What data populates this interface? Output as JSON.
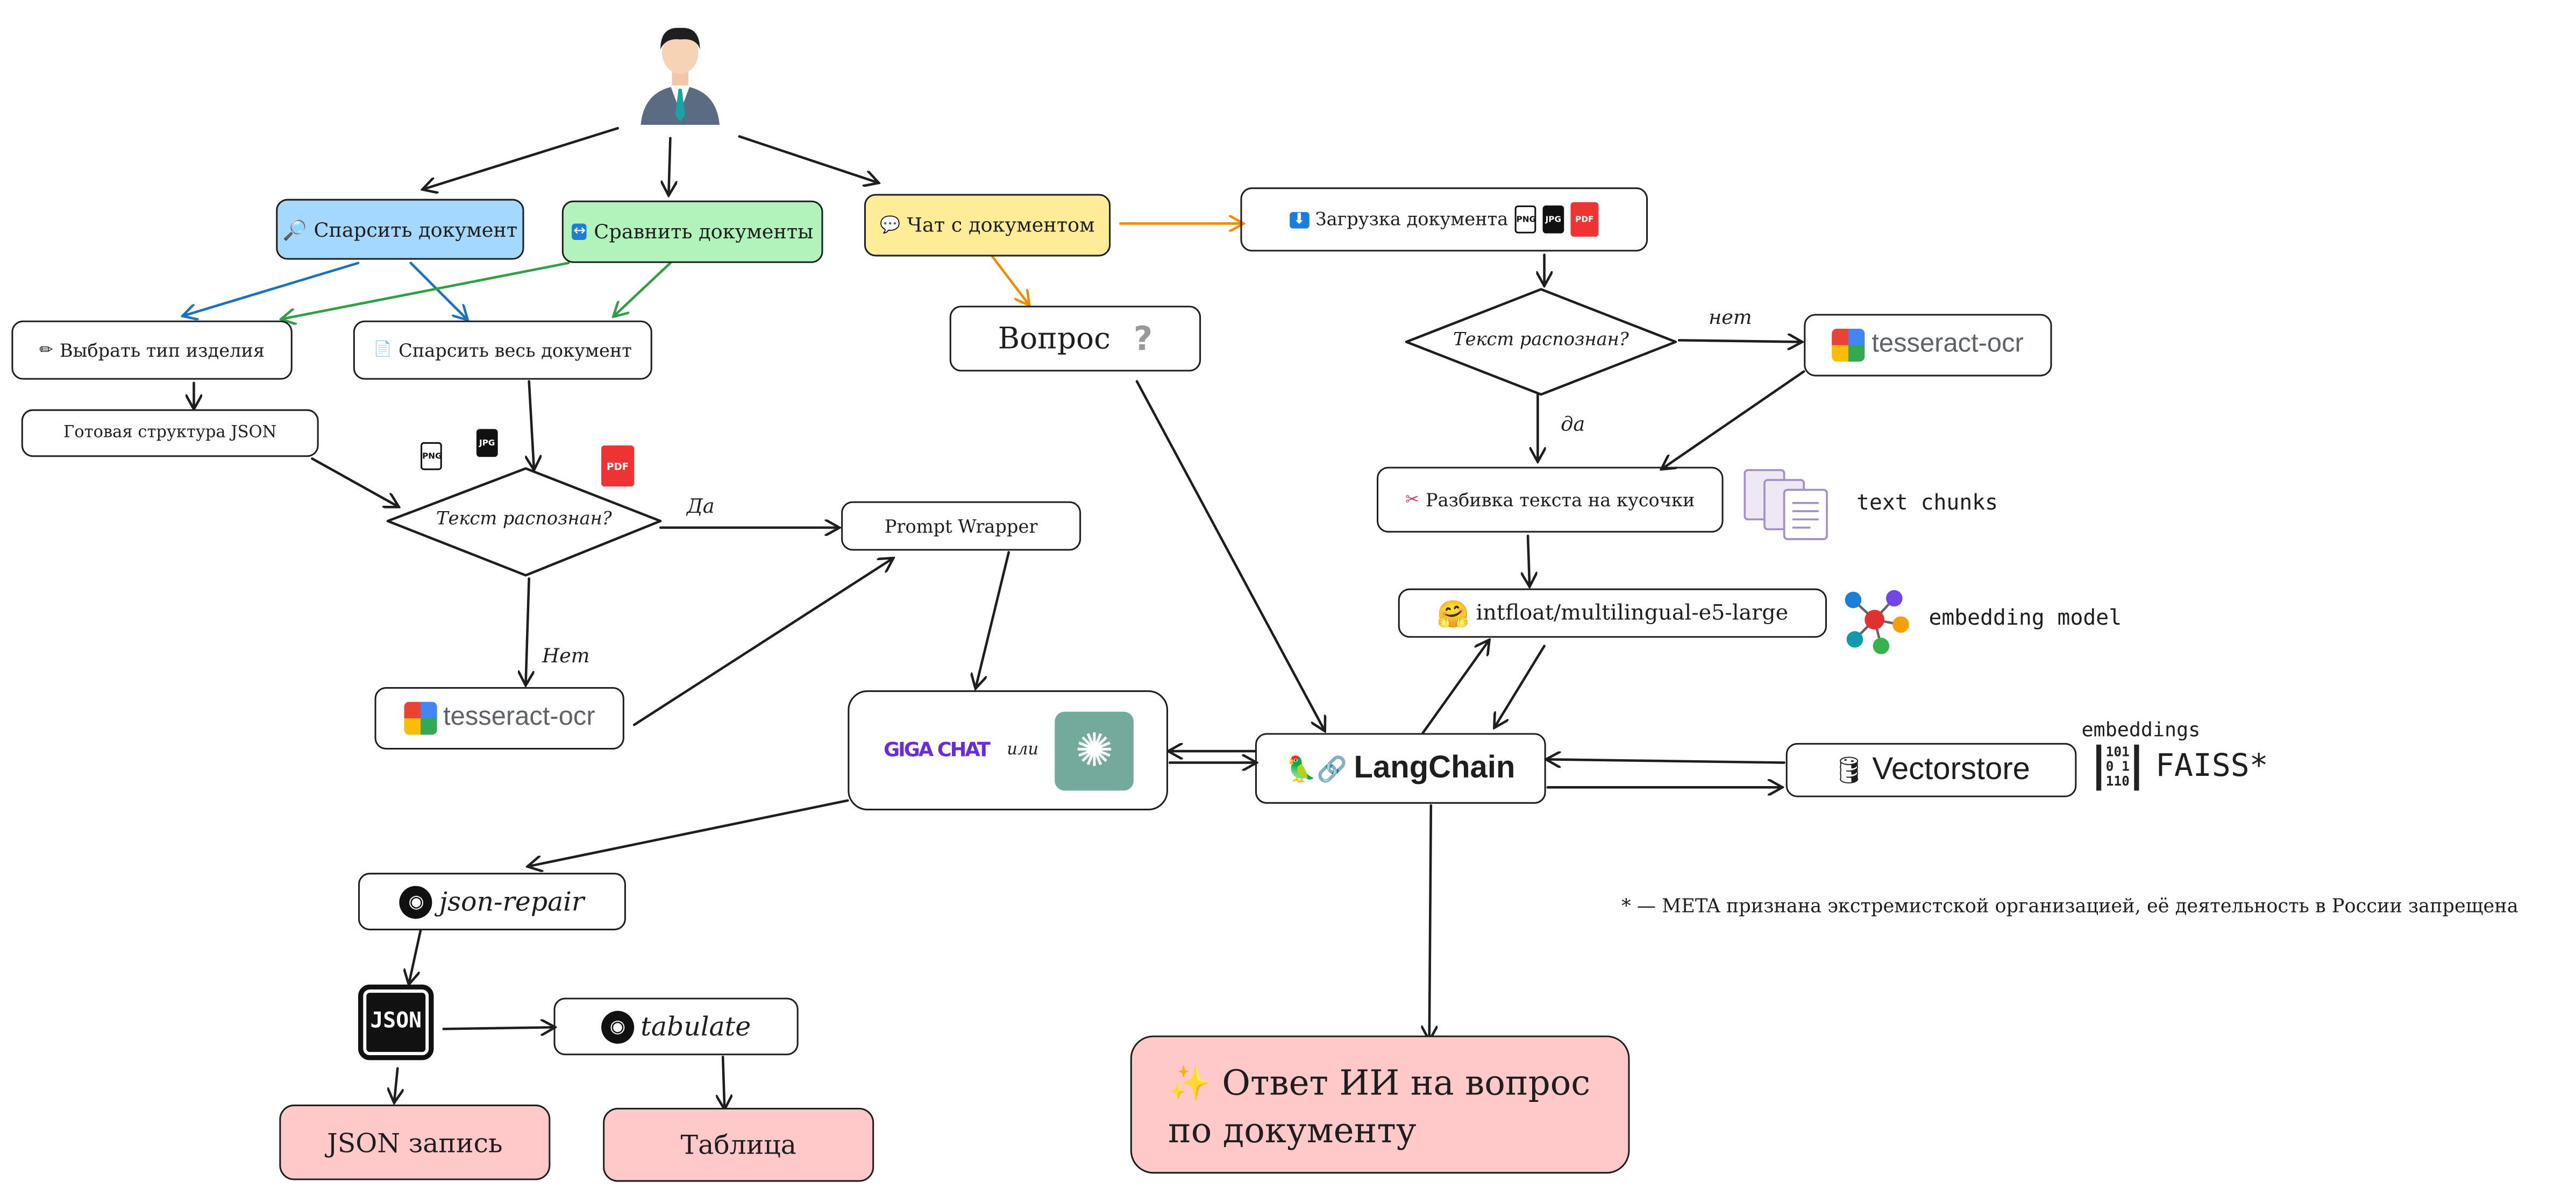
{
  "colors": {
    "parse_box": "#a5d8ff",
    "compare_box": "#b2f2bb",
    "chat_box": "#ffec99",
    "result_box": "#ffc9c9",
    "blue_arrow": "#1971c2",
    "green_arrow": "#2f9e44",
    "orange_arrow": "#f08c00",
    "ink": "#1e1e1e"
  },
  "user": {
    "icon": "user-avatar-icon"
  },
  "actions": {
    "parse": {
      "icon": "magnifier-icon",
      "label": "Спарсить документ"
    },
    "compare": {
      "icon": "left-right-arrow-icon",
      "label": "Сравнить документы"
    },
    "chat": {
      "icon": "speech-bubble-icon",
      "label": "Чат с документом"
    }
  },
  "parse_flow": {
    "choose_type": {
      "icon": "pencil-icon",
      "label": "Выбрать тип изделия"
    },
    "parse_all": {
      "icon": "page-icon",
      "label": "Спарсить весь документ"
    },
    "json_structure": "Готовая структура JSON",
    "formats": [
      "PNG",
      "JPG",
      "PDF"
    ],
    "decision": "Текст распознан?",
    "yes": "Да",
    "no": "Нет",
    "prompt_wrapper": "Prompt Wrapper",
    "ocr": {
      "icon": "google-icon",
      "label": "tesseract-ocr"
    },
    "llm": {
      "gigachat_logo": "GIGA CHAT",
      "or": "или",
      "openai_icon": "openai-icon"
    },
    "json_repair": {
      "icon": "github-icon",
      "label": "json-repair"
    },
    "json_badge": "JSON",
    "tabulate": {
      "icon": "github-icon",
      "label": "tabulate"
    },
    "json_record": "JSON запись",
    "table": "Таблица"
  },
  "chat_flow": {
    "question": "Вопрос",
    "question_icon": "question-mark-icon",
    "upload": {
      "icon": "download-arrow-icon",
      "label": "Загрузка документа"
    },
    "formats": [
      "PNG",
      "JPG",
      "PDF"
    ],
    "decision": "Текст распознан?",
    "yes": "да",
    "no": "нет",
    "ocr": {
      "icon": "google-icon",
      "label": "tesseract-ocr"
    },
    "split": {
      "icon": "scissors-icon",
      "label": "Разбивка текста на кусочки"
    },
    "chunks_label": "text chunks",
    "embedding": {
      "icon": "hugging-face-icon",
      "label": "intfloat/multilingual-e5-large"
    },
    "embedding_caption": "embedding model",
    "langchain": {
      "icon": "parrot-link-icon",
      "label": "LangChain"
    },
    "vectorstore": {
      "icon": "database-icon",
      "label": "Vectorstore"
    },
    "embeddings_label": "embeddings",
    "faiss": "FAISS*",
    "answer_line1": "Ответ ИИ на вопрос",
    "answer_line2": "по документу",
    "answer_icon": "sparkles-icon"
  },
  "footnote": "* — META признана экстремистской организацией, её деятельность в России запрещена"
}
